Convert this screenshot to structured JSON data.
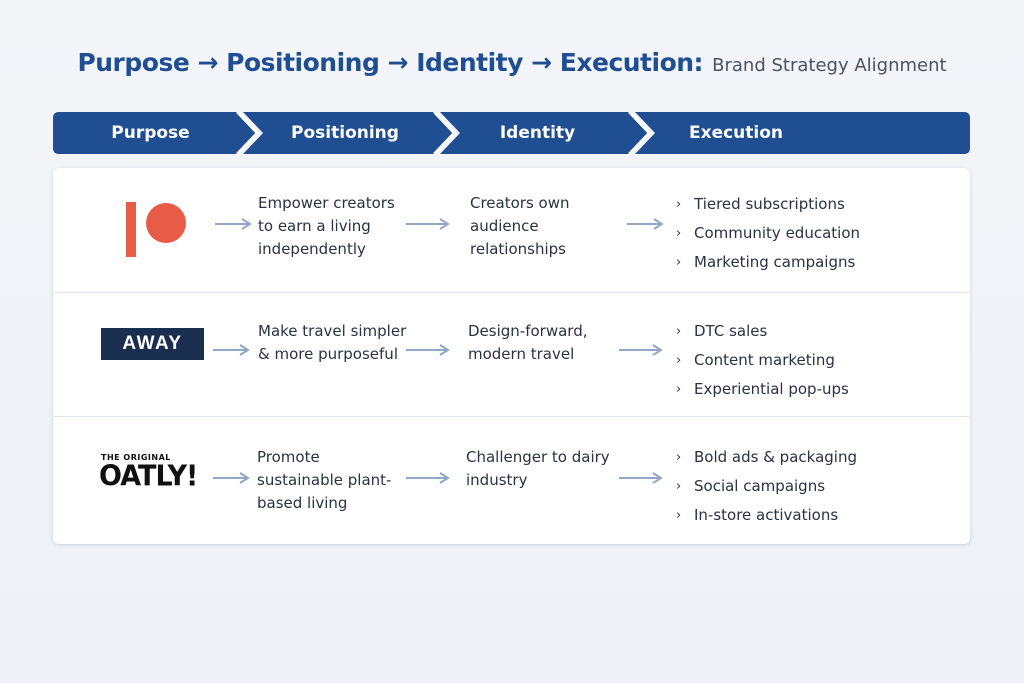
{
  "title": {
    "main": "Purpose → Positioning → Identity → Execution:",
    "sub": "Brand Strategy Alignment"
  },
  "header": {
    "stages": [
      "Purpose",
      "Positioning",
      "Identity",
      "Execution"
    ],
    "color": "#1f4f92"
  },
  "rows": [
    {
      "brand_icon": "patreon-logo",
      "purpose": "Empower creators to earn a living independently",
      "positioning": "Creators own audience relationships",
      "execution": [
        "Tiered subscriptions",
        "Community education",
        "Marketing campaigns"
      ]
    },
    {
      "brand_icon": "away-logo",
      "logo_text": "AWAY",
      "purpose": "Make travel simpler & more purposeful",
      "positioning": "Design-forward, modern travel",
      "execution": [
        "DTC sales",
        "Content marketing",
        "Experiential pop-ups"
      ]
    },
    {
      "brand_icon": "oatly-logo",
      "logo_small": "THE ORIGINAL",
      "logo_text": "OATLY!",
      "purpose": "Promote sustainable plant-based living",
      "positioning": "Challenger to dairy industry",
      "execution": [
        "Bold ads & packaging",
        "Social campaigns",
        "In-store activations"
      ]
    }
  ],
  "colors": {
    "accent": "#1f4f92",
    "patreon": "#e85b46",
    "away": "#1a2e4f",
    "arrow": "#8fa8c8"
  }
}
